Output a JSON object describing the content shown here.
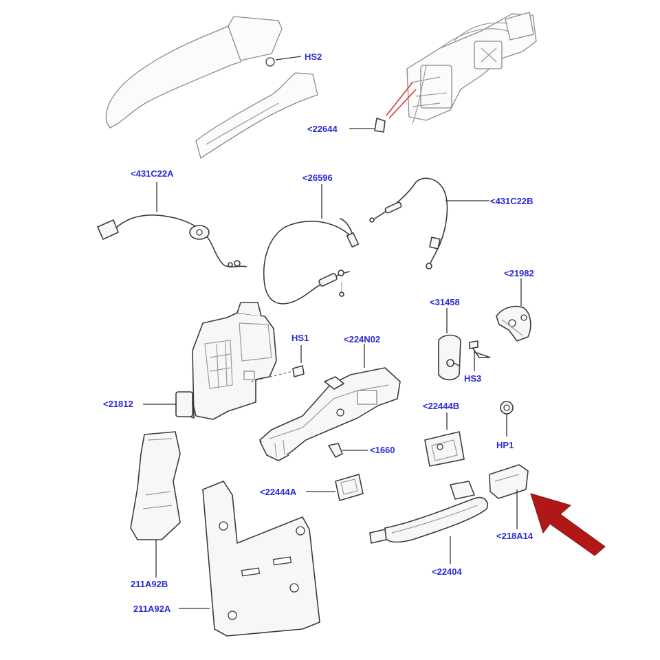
{
  "labels": {
    "hs2": "HS2",
    "p22644": "<22644",
    "p431c22a": "<431C22A",
    "p26596": "<26596",
    "p431c22b": "<431C22B",
    "p21982": "<21982",
    "p31458": "<31458",
    "hs1": "HS1",
    "p224n02": "<224N02",
    "hs3": "HS3",
    "p21812": "<21812",
    "p22444b": "<22444B",
    "hp1": "HP1",
    "p1660": "<1660",
    "p22444a": "<22444A",
    "p218a14": "<218A14",
    "p22404": "<22404",
    "p211a92b": "211A92B",
    "p211a92a": "211A92A"
  },
  "colors": {
    "label_text": "#2a2ad8",
    "highlight_arrow": "#b01818",
    "highlight_lines": "#d23a3a",
    "line_art": "#3a3a3a"
  },
  "icons": {
    "highlight": "red-arrow-icon"
  }
}
